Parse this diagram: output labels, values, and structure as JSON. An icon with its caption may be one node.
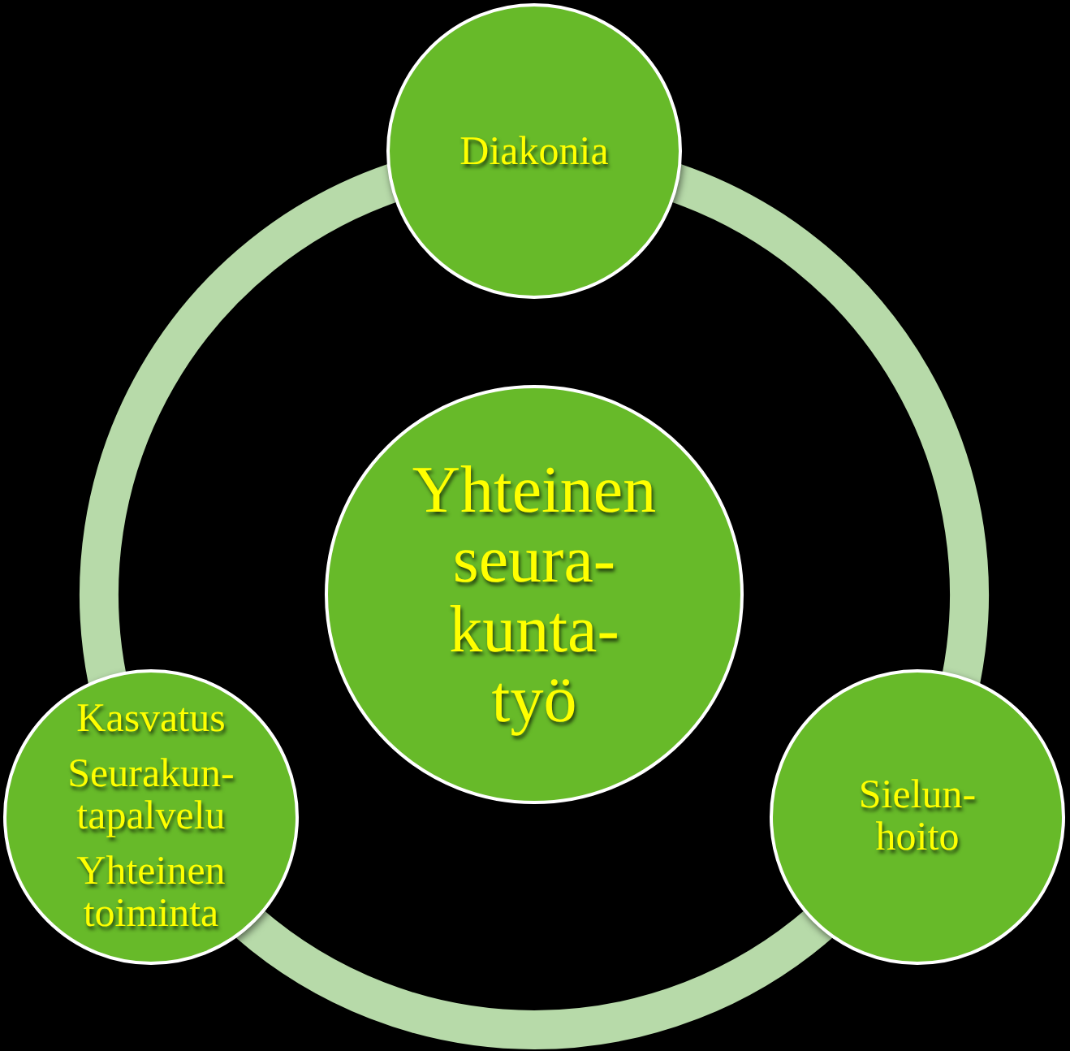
{
  "diagram": {
    "nodes": [
      {
        "text": [
          "Diakonia"
        ]
      },
      {
        "text": [
          "Yhteinen seura- kunta- työ"
        ]
      },
      {
        "text": [
          "Kasvatus",
          "Seurakun- tapalvelu",
          "Yhteinen toiminta"
        ]
      },
      {
        "text": [
          "Sielun- hoito"
        ]
      }
    ],
    "edges": [
      {
        "from": 0,
        "to": 3,
        "arrow": "none"
      },
      {
        "from": 3,
        "to": 2,
        "arrow": "none"
      },
      {
        "from": 2,
        "to": 0,
        "arrow": "none"
      }
    ]
  }
}
